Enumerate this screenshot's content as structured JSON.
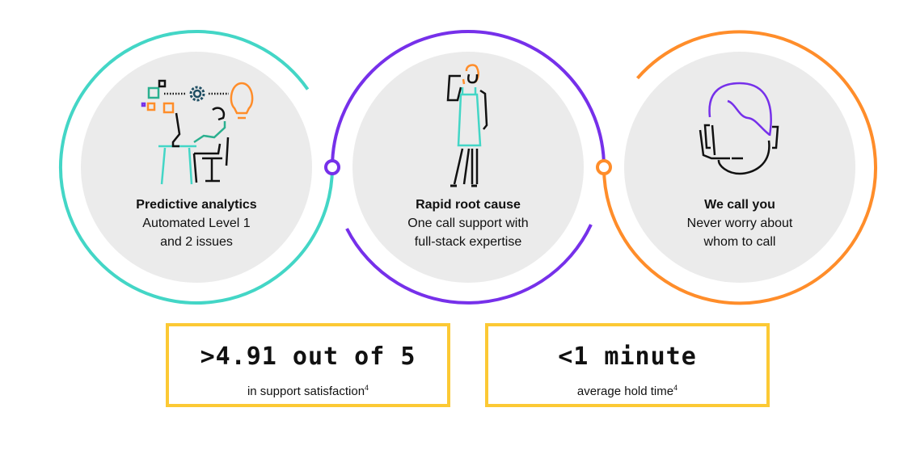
{
  "colors": {
    "teal": "#43d6c6",
    "purple": "#7630ea",
    "orange": "#ff8d2a",
    "yellow": "#fcc934",
    "gray": "#ebebeb"
  },
  "cards": [
    {
      "icon": "person-at-computer-analytics-icon",
      "title": "Predictive analytics",
      "lines": [
        "Automated Level 1",
        "and 2 issues"
      ]
    },
    {
      "icon": "person-on-phone-icon",
      "title": "Rapid root cause",
      "lines": [
        "One call support with",
        "full-stack expertise"
      ]
    },
    {
      "icon": "headset-agent-icon",
      "title": "We call you",
      "lines": [
        "Never worry about",
        "whom to call"
      ]
    }
  ],
  "stats": [
    {
      "value": ">4.91 out of 5",
      "label": "in support satisfaction",
      "footnote": "4"
    },
    {
      "value": "<1 minute",
      "label": "average hold time",
      "footnote": "4"
    }
  ]
}
